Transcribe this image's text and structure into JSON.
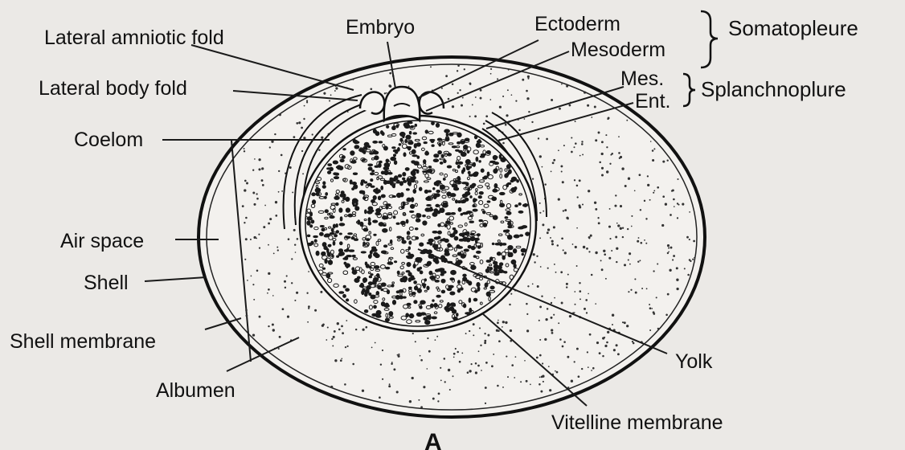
{
  "labels": {
    "lateral_amniotic_fold": "Lateral amniotic fold",
    "embryo": "Embryo",
    "ectoderm": "Ectoderm",
    "mesoderm": "Mesoderm",
    "somatopleure": "Somatopleure",
    "lateral_body_fold": "Lateral body fold",
    "mes": "Mes.",
    "ent": "Ent.",
    "splanchnopleure": "Splanchnoplure",
    "coelom": "Coelom",
    "air_space": "Air space",
    "shell": "Shell",
    "shell_membrane": "Shell membrane",
    "albumen": "Albumen",
    "yolk": "Yolk",
    "vitelline_membrane": "Vitelline membrane",
    "figure_letter": "A"
  },
  "colors": {
    "background": "#ebe9e6",
    "ink": "#111111",
    "albumen_fill": "#f3f1ee"
  }
}
